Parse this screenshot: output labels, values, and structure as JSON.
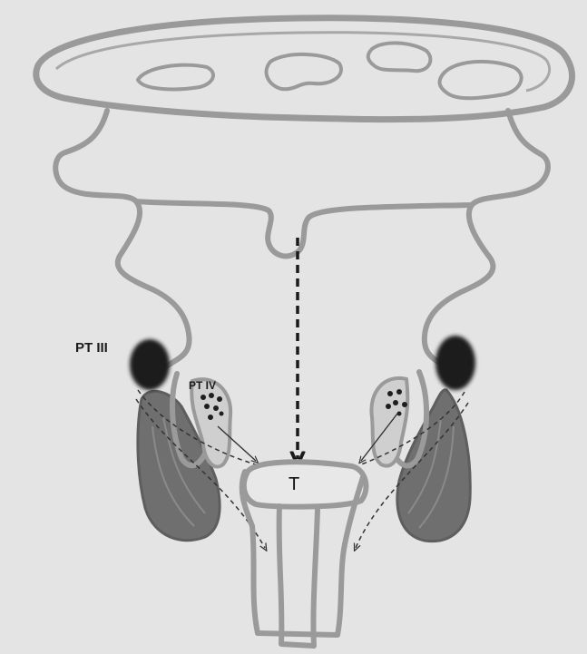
{
  "labels": {
    "pt3": "PT III",
    "pt4": "PT IV",
    "thymus_center": "T"
  },
  "colors": {
    "background": "#e4e4e4",
    "outline": "#9a9a9a",
    "parathyroid": "#1e1e1e",
    "lobe": "#6f6f6f",
    "arrow": "#1a1a1a"
  }
}
